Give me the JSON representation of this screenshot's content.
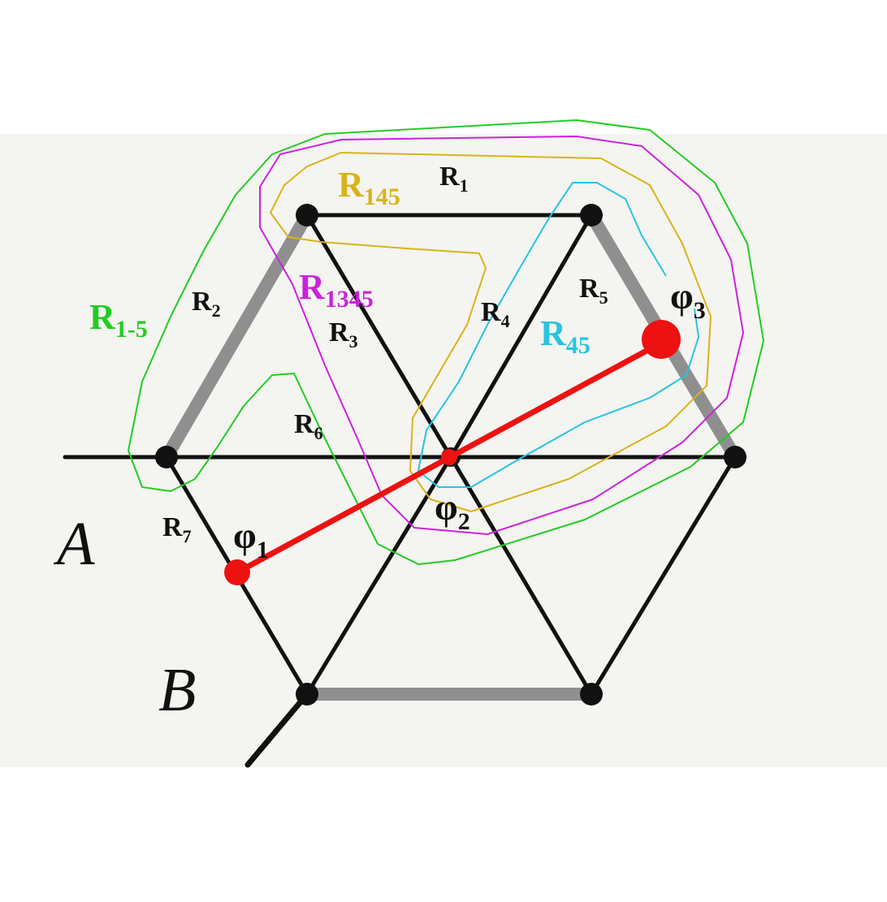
{
  "diagram": {
    "colors": {
      "background": "#ffffff",
      "paper": "#f4f4f1",
      "edge": "#111111",
      "thick_edge": "#8f8f8f",
      "node": "#111111",
      "path": "#ee1111",
      "R1_5": "#22cc22",
      "R1345": "#cc22dd",
      "R145": "#d9b319",
      "R45": "#28c4e0",
      "label": "#111111"
    },
    "resistors": {
      "R1": {
        "main": "R",
        "sub": "1"
      },
      "R2": {
        "main": "R",
        "sub": "2"
      },
      "R3": {
        "main": "R",
        "sub": "3"
      },
      "R4": {
        "main": "R",
        "sub": "4"
      },
      "R5": {
        "main": "R",
        "sub": "5"
      },
      "R6": {
        "main": "R",
        "sub": "6"
      },
      "R7": {
        "main": "R",
        "sub": "7"
      }
    },
    "groups": {
      "R1_5": {
        "main": "R",
        "sub": "1-5"
      },
      "R1345": {
        "main": "R",
        "sub": "1345"
      },
      "R145": {
        "main": "R",
        "sub": "145"
      },
      "R45": {
        "main": "R",
        "sub": "45"
      }
    },
    "potentials": {
      "phi1": {
        "main": "φ",
        "sub": "1"
      },
      "phi2": {
        "main": "φ",
        "sub": "2"
      },
      "phi3": {
        "main": "φ",
        "sub": "3"
      }
    },
    "points": {
      "A": "A",
      "B": "B"
    }
  }
}
